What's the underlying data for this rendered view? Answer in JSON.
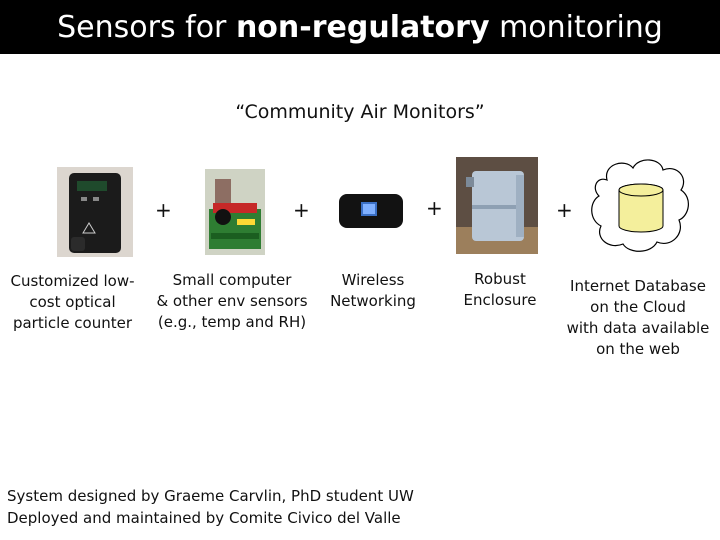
{
  "header": {
    "title_pre": "Sensors for ",
    "title_bold": "non-regulatory",
    "title_post": " monitoring"
  },
  "subtitle": "“Community Air Monitors”",
  "plus_sign": "+",
  "items": [
    {
      "label_lines": [
        "Customized low-",
        "cost optical",
        "particle counter"
      ],
      "icon": "particle-counter-icon"
    },
    {
      "label_lines": [
        "Small computer",
        "& other env sensors",
        "(e.g., temp and RH)"
      ],
      "icon": "small-computer-icon"
    },
    {
      "label_lines": [
        "Wireless",
        "Networking"
      ],
      "icon": "wireless-hotspot-icon"
    },
    {
      "label_lines": [
        "Robust",
        "Enclosure"
      ],
      "icon": "enclosure-icon"
    },
    {
      "label_lines": [
        "Internet Database",
        "on the Cloud",
        "with data available",
        "on the web"
      ],
      "icon": "cloud-database-icon"
    }
  ],
  "footer": {
    "line1": "System designed by Graeme Carvlin, PhD student UW",
    "line2": "Deployed and maintained by Comite Civico del Valle"
  },
  "colors": {
    "header_bg": "#000000",
    "database_fill": "#f4ef9c"
  }
}
